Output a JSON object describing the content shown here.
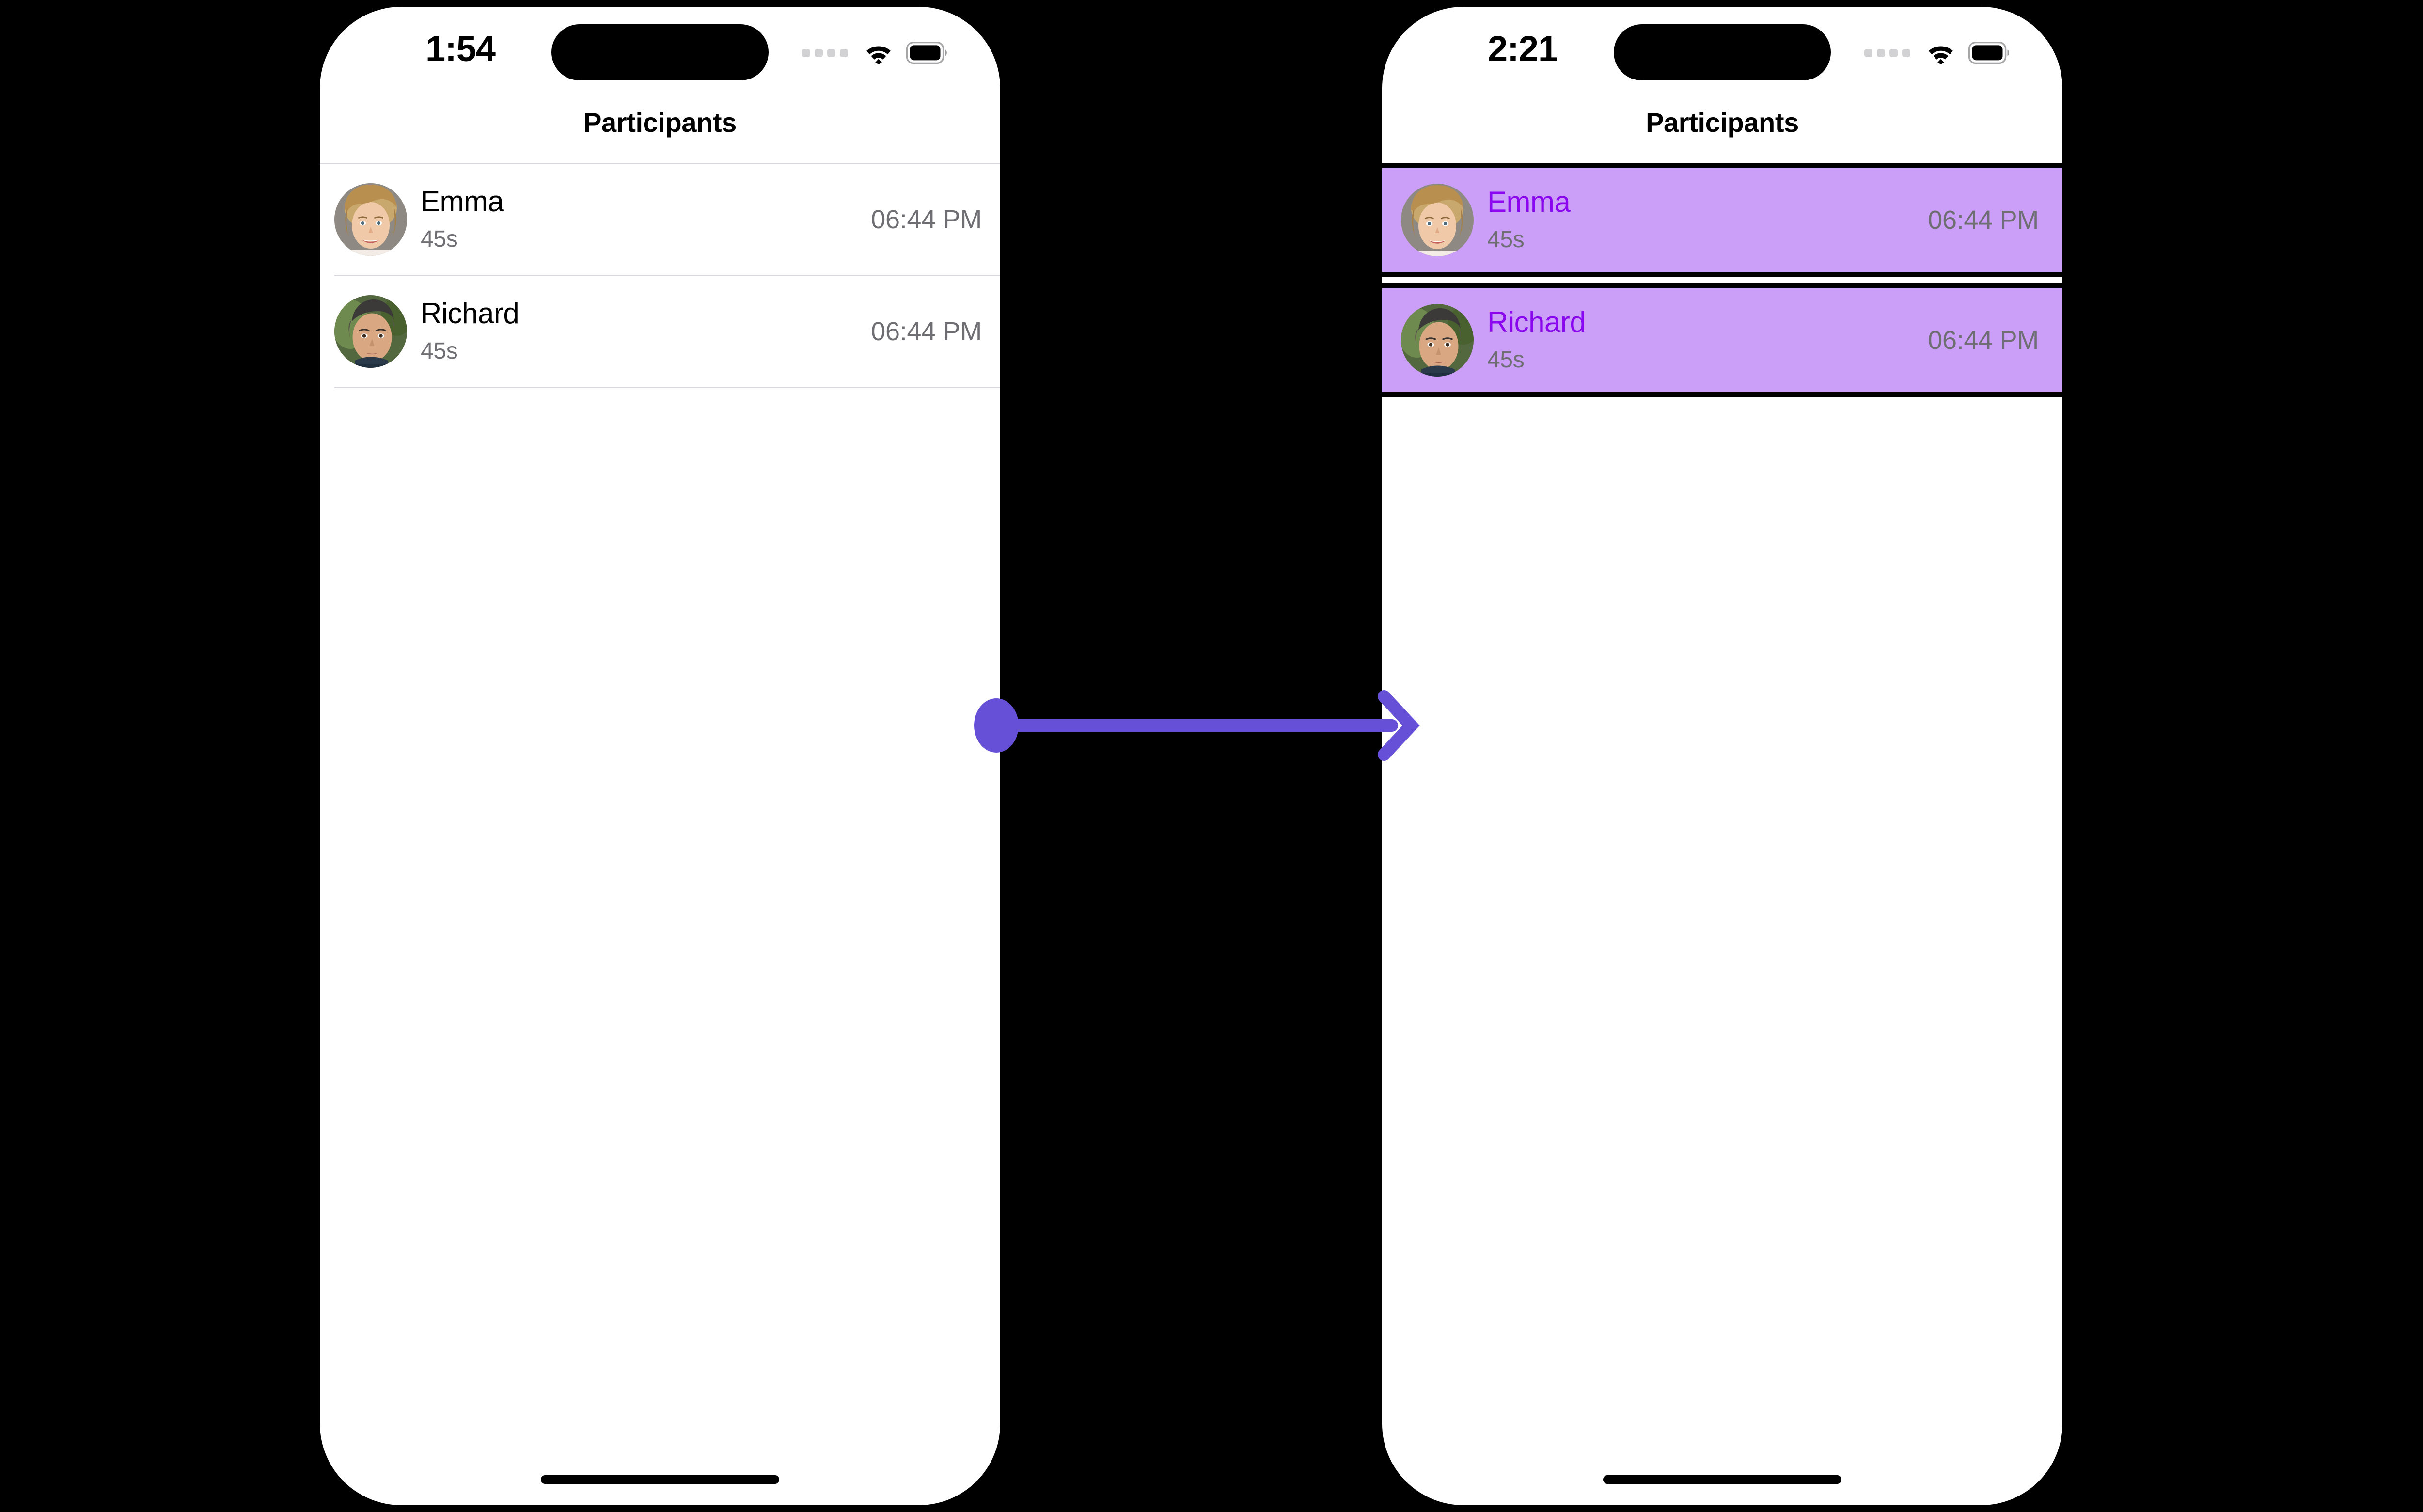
{
  "annotation": {
    "type": "action-arrow",
    "color": "#6650d8",
    "direction": "left-to-right",
    "start_marker": "dot",
    "end_marker": "arrowhead"
  },
  "colors": {
    "highlight_fill": "#cb9ef7",
    "highlight_border": "#000000",
    "highlight_name_text": "#8a06ef",
    "arrow": "#6650d8",
    "secondary_text": "#6e6e73",
    "separator": "#d8d8dc",
    "screen_background": "#ffffff",
    "canvas_background": "#000000"
  },
  "screens": [
    {
      "id": "before",
      "status_bar": {
        "time": "1:54",
        "signal_icon": "cellular-dots-icon",
        "wifi_icon": "wifi-icon",
        "battery_icon": "battery-full-icon"
      },
      "nav": {
        "title": "Participants"
      },
      "list": {
        "selected": false,
        "rows": [
          {
            "name": "Emma",
            "duration": "45s",
            "time": "06:44 PM",
            "avatar": "avatar-emma"
          },
          {
            "name": "Richard",
            "duration": "45s",
            "time": "06:44 PM",
            "avatar": "avatar-richard"
          }
        ]
      },
      "home_indicator": "home-indicator"
    },
    {
      "id": "after",
      "status_bar": {
        "time": "2:21",
        "signal_icon": "cellular-dots-icon",
        "wifi_icon": "wifi-icon",
        "battery_icon": "battery-full-icon"
      },
      "nav": {
        "title": "Participants"
      },
      "list": {
        "selected": true,
        "rows": [
          {
            "name": "Emma",
            "duration": "45s",
            "time": "06:44 PM",
            "avatar": "avatar-emma"
          },
          {
            "name": "Richard",
            "duration": "45s",
            "time": "06:44 PM",
            "avatar": "avatar-richard"
          }
        ]
      },
      "home_indicator": "home-indicator"
    }
  ]
}
